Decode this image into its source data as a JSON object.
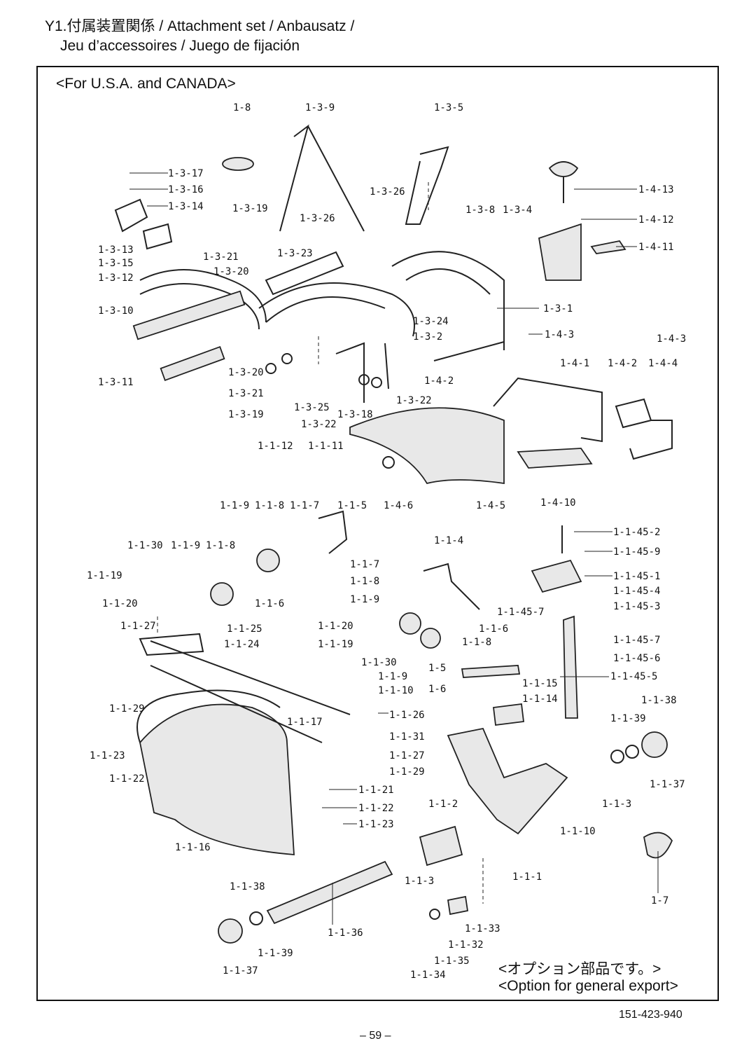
{
  "header": {
    "title_line1": "Y1.付属装置関係 / Attachment set / Anbausatz /",
    "title_line2": "Jeu d’accessoires / Juego de fijación"
  },
  "region_label": "<For U.S.A. and CANADA>",
  "option_jp": "<オプション部品です。>",
  "option_en": "<Option for general export>",
  "doc_number": "151-423-940",
  "page_number": "– 59 –",
  "part_labels": [
    "1-8",
    "1-3-9",
    "1-3-5",
    "1-3-17",
    "1-3-16",
    "1-3-14",
    "1-3-19",
    "1-3-26",
    "1-3-26",
    "1-3-8",
    "1-3-4",
    "1-4-13",
    "1-4-12",
    "1-4-11",
    "1-3-13",
    "1-3-15",
    "1-3-12",
    "1-3-21",
    "1-3-23",
    "1-3-20",
    "1-3-10",
    "1-3-24",
    "1-3-2",
    "1-3-1",
    "1-4-3",
    "1-4-3",
    "1-4-1",
    "1-4-2",
    "1-4-4",
    "1-3-20",
    "1-3-21",
    "1-3-19",
    "1-3-25",
    "1-3-22",
    "1-3-18",
    "1-3-22",
    "1-3-11",
    "1-4-2",
    "1-1-12",
    "1-1-11",
    "1-4-6",
    "1-4-5",
    "1-4-10",
    "1-1-9",
    "1-1-8",
    "1-1-7",
    "1-1-5",
    "1-1-30",
    "1-1-9",
    "1-1-8",
    "1-1-6",
    "1-1-19",
    "1-1-20",
    "1-1-27",
    "1-1-25",
    "1-1-24",
    "1-1-20",
    "1-1-19",
    "1-1-4",
    "1-1-7",
    "1-1-8",
    "1-1-9",
    "1-1-6",
    "1-1-8",
    "1-1-45-2",
    "1-1-45-9",
    "1-1-45-1",
    "1-1-45-4",
    "1-1-45-3",
    "1-1-45-7",
    "1-1-45-7",
    "1-1-45-6",
    "1-1-45-5",
    "1-1-30",
    "1-1-9",
    "1-1-10",
    "1-5",
    "1-6",
    "1-1-15",
    "1-1-14",
    "1-1-29",
    "1-1-26",
    "1-1-17",
    "1-1-31",
    "1-1-27",
    "1-1-23",
    "1-1-22",
    "1-1-29",
    "1-1-21",
    "1-1-22",
    "1-1-23",
    "1-1-38",
    "1-1-39",
    "1-1-37",
    "1-1-3",
    "1-1-10",
    "1-1-2",
    "1-1-3",
    "1-1-1",
    "1-1-16",
    "1-7",
    "1-1-38",
    "1-1-36",
    "1-1-39",
    "1-1-37",
    "1-1-33",
    "1-1-32",
    "1-1-35",
    "1-1-34"
  ]
}
